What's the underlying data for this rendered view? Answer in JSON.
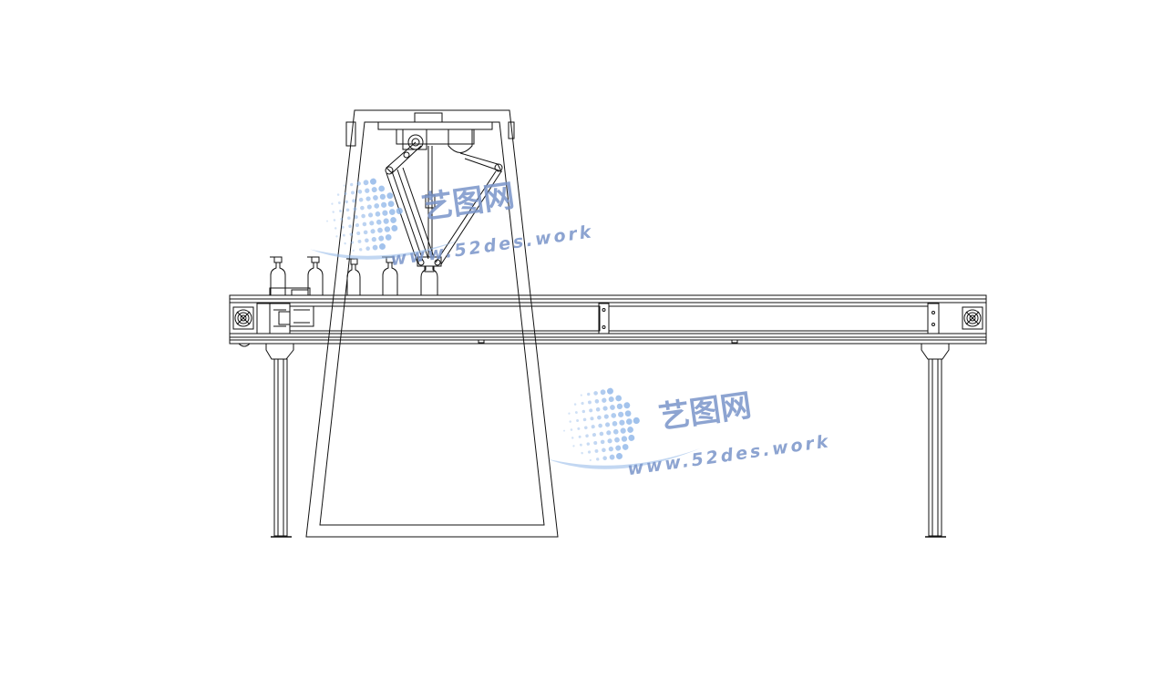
{
  "watermark": {
    "brand_cn": "艺图网",
    "url": "www.52des.work",
    "color": "#7a95c9",
    "globe_color": "#8fb6e8"
  },
  "drawing": {
    "subject": "delta-robot-conveyor-line",
    "line_color": "#111111",
    "background": "#ffffff"
  }
}
